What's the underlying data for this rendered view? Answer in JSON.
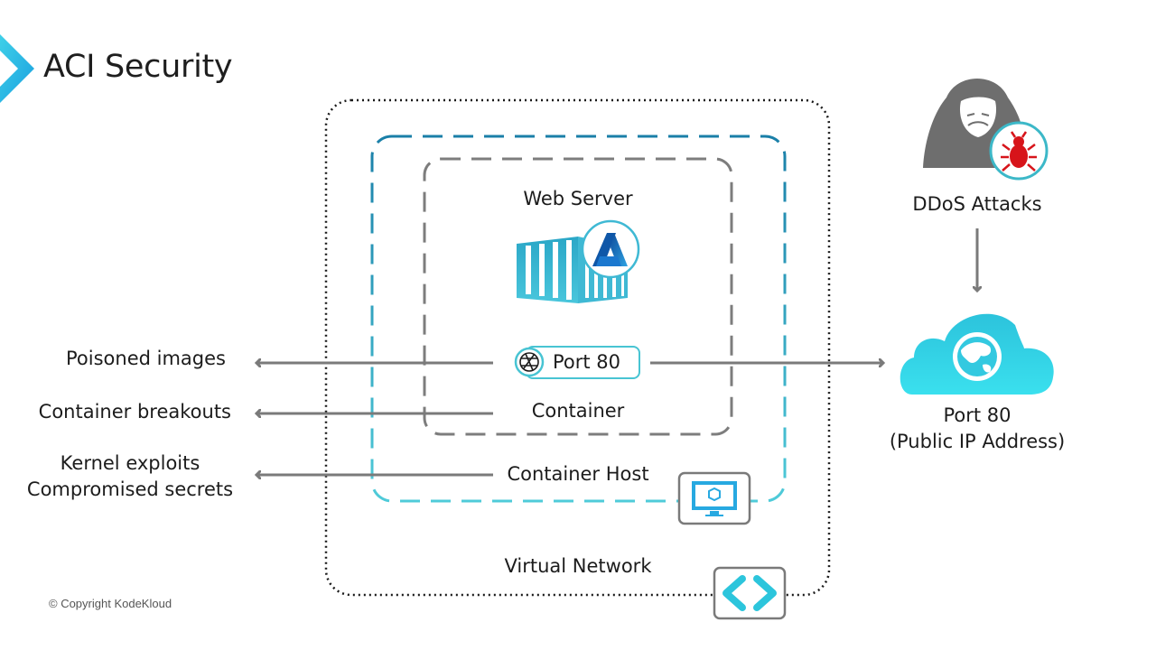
{
  "slide": {
    "title": "ACI Security",
    "copyright": "© Copyright KodeKloud"
  },
  "diagram": {
    "web_server_label": "Web Server",
    "port_badge_label": "Port 80",
    "container_label": "Container",
    "container_host_label": "Container Host",
    "virtual_network_label": "Virtual Network",
    "threats": [
      {
        "label": "Poisoned images"
      },
      {
        "label": "Container breakouts"
      },
      {
        "label_line1": "Kernel exploits",
        "label_line2": "Compromised secrets"
      }
    ],
    "attacker_label": "DDoS Attacks",
    "public_endpoint": {
      "line1": "Port 80",
      "line2": "(Public IP Address)"
    }
  },
  "colors": {
    "accent_cyan": "#2ec4dc",
    "azure_blue": "#1a7fa8",
    "arrow_gray": "#7a7a7a",
    "bug_red": "#d7141a"
  }
}
